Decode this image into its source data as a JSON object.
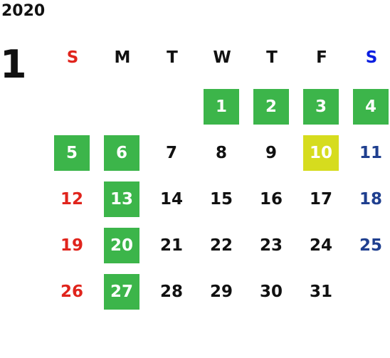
{
  "year": "2020",
  "month": "1",
  "weekdays": [
    "S",
    "M",
    "T",
    "W",
    "T",
    "F",
    "S"
  ],
  "colors": {
    "sunday": "#e0241c",
    "saturday_header": "#0a1ee0",
    "saturday": "#1f3f8f",
    "holiday_bg": "#3cb54a",
    "special_bg": "#d6dc1e"
  },
  "weeks": [
    [
      {
        "day": "",
        "kind": "empty"
      },
      {
        "day": "",
        "kind": "empty"
      },
      {
        "day": "",
        "kind": "empty"
      },
      {
        "day": "1",
        "kind": "holiday"
      },
      {
        "day": "2",
        "kind": "holiday"
      },
      {
        "day": "3",
        "kind": "holiday"
      },
      {
        "day": "4",
        "kind": "holiday"
      }
    ],
    [
      {
        "day": "5",
        "kind": "holiday"
      },
      {
        "day": "6",
        "kind": "holiday"
      },
      {
        "day": "7",
        "kind": "normal"
      },
      {
        "day": "8",
        "kind": "normal"
      },
      {
        "day": "9",
        "kind": "normal"
      },
      {
        "day": "10",
        "kind": "special"
      },
      {
        "day": "11",
        "kind": "normal"
      }
    ],
    [
      {
        "day": "12",
        "kind": "normal"
      },
      {
        "day": "13",
        "kind": "holiday"
      },
      {
        "day": "14",
        "kind": "normal"
      },
      {
        "day": "15",
        "kind": "normal"
      },
      {
        "day": "16",
        "kind": "normal"
      },
      {
        "day": "17",
        "kind": "normal"
      },
      {
        "day": "18",
        "kind": "normal"
      }
    ],
    [
      {
        "day": "19",
        "kind": "normal"
      },
      {
        "day": "20",
        "kind": "holiday"
      },
      {
        "day": "21",
        "kind": "normal"
      },
      {
        "day": "22",
        "kind": "normal"
      },
      {
        "day": "23",
        "kind": "normal"
      },
      {
        "day": "24",
        "kind": "normal"
      },
      {
        "day": "25",
        "kind": "normal"
      }
    ],
    [
      {
        "day": "26",
        "kind": "normal"
      },
      {
        "day": "27",
        "kind": "holiday"
      },
      {
        "day": "28",
        "kind": "normal"
      },
      {
        "day": "29",
        "kind": "normal"
      },
      {
        "day": "30",
        "kind": "normal"
      },
      {
        "day": "31",
        "kind": "normal"
      },
      {
        "day": "",
        "kind": "empty"
      }
    ]
  ]
}
